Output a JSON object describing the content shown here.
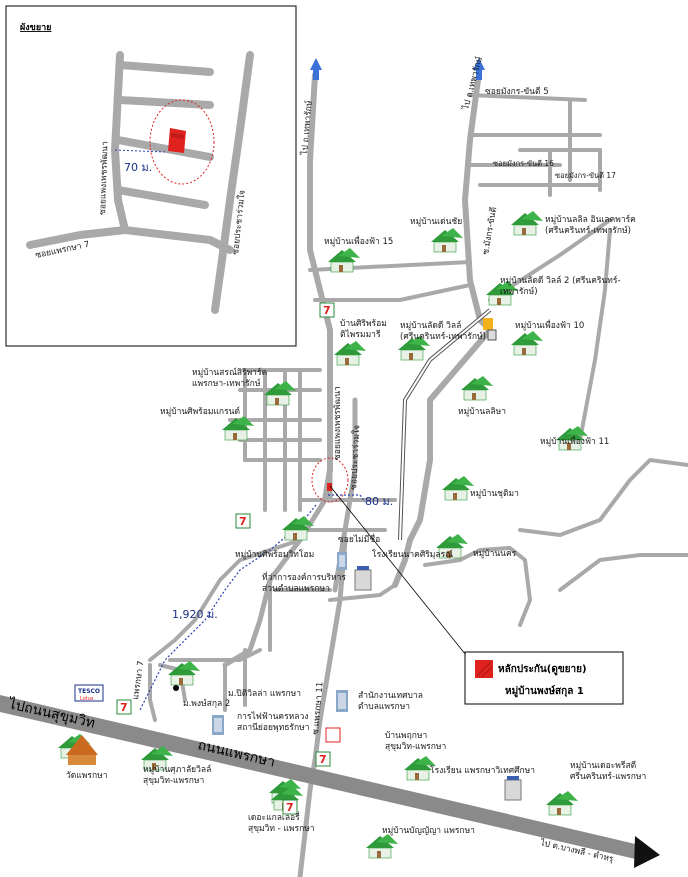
{
  "inset": {
    "title": "ผังขยาย",
    "distance": "70 ม.",
    "road_labels": [
      "ซอยแพงเพชรพัฒนา",
      "ซอยประชาร่วมใจ",
      "ซอยแพรกษา 7"
    ]
  },
  "roads": {
    "main_road": "ถนนแพรกษา",
    "to_sukhumvit": "ไปถนนสุขุมวิท",
    "to_bangphli": "ไป ต.บางพลี - ตำหรุ",
    "to_thepharak_left": "ไป ถ.เทพารักษ์",
    "to_thepharak_right": "ไป ถ.เทพารักษ์",
    "soi_mungkon_5": "ซอยมังกร-ขันตี 5",
    "soi_mungkon_16": "ซอยมังกร-ขันตี 16",
    "soi_mungkon_17": "ซอยมังกร-ขันตี 17",
    "soi_mungkon": "ซ.มังกร-ขันตี",
    "soi_phaeng_phet": "ซอยแพงเพชรพัฒนา",
    "soi_pracha": "ซอยประชาร่วมใจ",
    "soi_mai_mi_chue": "ซอยไม่มีชื่อ",
    "soi_praeksa_7": "แพรกษา 7",
    "soi_praeksa_11": "ซ.แพรกษา 11"
  },
  "distances": {
    "d80": "80 ม.",
    "d1920": "1,920 ม."
  },
  "places": [
    {
      "id": "p1",
      "text": [
        "หมู่บ้านเพื่องฟ้า 15"
      ]
    },
    {
      "id": "p2",
      "text": [
        "หมู่บ้านเด่นชัย"
      ]
    },
    {
      "id": "p3",
      "text": [
        "หมู่บ้านลลิล อินเลคพาร์ค",
        "(ศรีนครินทร์-เทพารักษ์)"
      ]
    },
    {
      "id": "p4",
      "text": [
        "หมู่บ้านลัดดี วิลล์ 2 (ศรีนครินทร์-",
        "เทพารักษ์)"
      ]
    },
    {
      "id": "p5",
      "text": [
        "บ้านศิริพร้อม",
        "ติไพรมมารี"
      ]
    },
    {
      "id": "p6",
      "text": [
        "หมู่บ้านลัดดี วิลล์",
        "(ศรีนครินทร์-เทพารักษ์)"
      ]
    },
    {
      "id": "p7",
      "text": [
        "หมู่บ้านเพื่องฟ้า 10"
      ]
    },
    {
      "id": "p8",
      "text": [
        "หมู่บ้านสรณ์สิริพาร์ค",
        "แพรกษา-เทพารักษ์"
      ]
    },
    {
      "id": "p9",
      "text": [
        "หมู่บ้านศิพร้อมแกรนด์"
      ]
    },
    {
      "id": "p10",
      "text": [
        "หมู่บ้านลลิษา"
      ]
    },
    {
      "id": "p11",
      "text": [
        "หมู่บ้านเพื่องฟ้า 11"
      ]
    },
    {
      "id": "p12",
      "text": [
        "หมู่บ้านชุติมา"
      ]
    },
    {
      "id": "p13",
      "text": [
        "หมู่บ้านศิพร้อมวิทโฮม"
      ]
    },
    {
      "id": "p14",
      "text": [
        "หมู่บ้านนคร"
      ]
    },
    {
      "id": "p15",
      "text": [
        "ที่ว่าการองค์การบริหาร",
        "ส่วนตำบลแพรกษา"
      ]
    },
    {
      "id": "p16",
      "text": [
        "โรงเรียนนาคศิริมุลรณ์"
      ]
    },
    {
      "id": "p17",
      "text": [
        "ม.ปิติวิลล่า แพรกษา"
      ]
    },
    {
      "id": "p18",
      "text": [
        "ม.พงษ์สกุล 2"
      ]
    },
    {
      "id": "p19",
      "text": [
        "สำนักงานเทศบาล",
        "ตำบลแพรกษา"
      ]
    },
    {
      "id": "p20",
      "text": [
        "การไฟฟ้านครหลวง",
        "สถานีย่อยพุทธรักษา"
      ]
    },
    {
      "id": "p21",
      "text": [
        "บ้านพฤกษา",
        "สุขุมวิท-แพรกษา"
      ]
    },
    {
      "id": "p22",
      "text": [
        "วัดแพรกษา"
      ]
    },
    {
      "id": "p23",
      "text": [
        "หมู่บ้านศุภาลัยวิลล์",
        "สุขุมวิท-แพรกษา"
      ]
    },
    {
      "id": "p24",
      "text": [
        "โรงเรียน แพรกษาวิเทศศึกษา"
      ]
    },
    {
      "id": "p25",
      "text": [
        "หมู่บ้านเดอะพรีสตี",
        "ศรีนครินทร์-แพรกษา"
      ]
    },
    {
      "id": "p26",
      "text": [
        "เดอะแกลเลอรี่",
        "สุขุมวิท - แพรกษา"
      ]
    },
    {
      "id": "p27",
      "text": [
        "หมู่บ้านบัญญัญา แพรกษา"
      ]
    }
  ],
  "brand": {
    "line1": "TESCO",
    "line2": "Lotus"
  },
  "legend": {
    "line1": "หลักประกัน(ดูขยาย)",
    "line2": "หมู่บ้านพงษ์สกุล 1"
  },
  "colors": {
    "road": "#a9a9a9",
    "main_road": "#8c8c8c",
    "property": "#e0221f",
    "dotted_route": "#2a3fb0",
    "circle": "#e0221f",
    "house_green": "#2e9a3a",
    "arrow_blue": "#3a72d8"
  }
}
